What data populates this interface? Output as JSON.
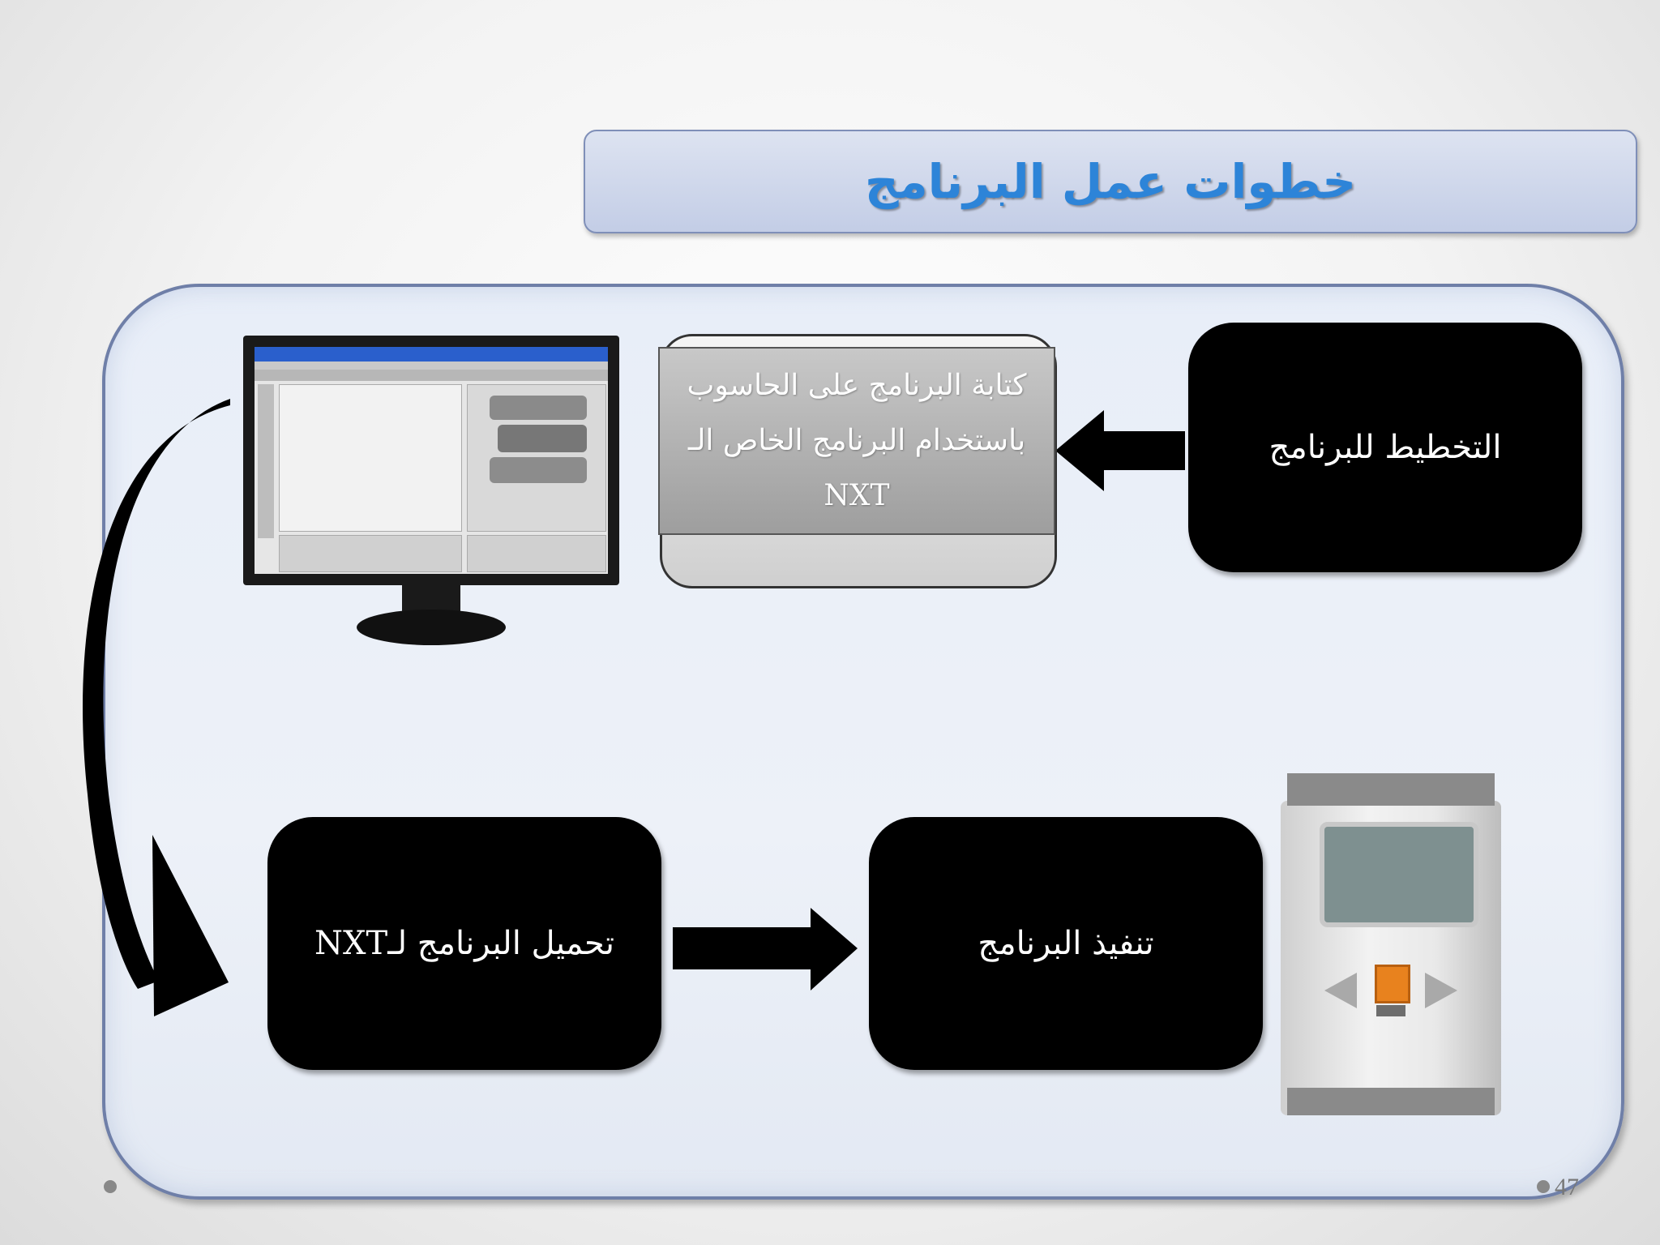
{
  "title": "خطوات عمل البرنامج",
  "steps": {
    "plan": "التخطيط للبرنامج",
    "write": "كتابة البرنامج على الحاسوب باستخدام البرنامج الخاص الـ NXT",
    "load": "تحميل البرنامج لـNXT",
    "run": "تنفيذ البرنامج"
  },
  "slide_number": "47"
}
